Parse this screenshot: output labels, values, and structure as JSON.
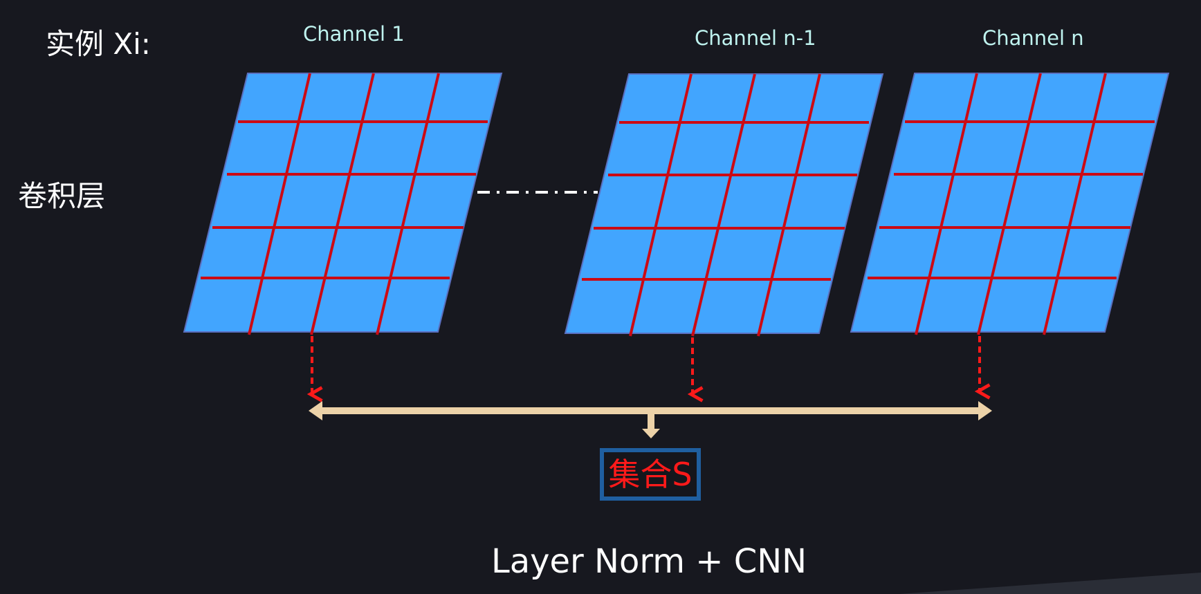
{
  "instance_label": "实例 Xi:",
  "layer_label": "卷积层",
  "channels": [
    {
      "label": "Channel  1"
    },
    {
      "label": "Channel   n-1"
    },
    {
      "label": "Channel n"
    }
  ],
  "set_label": "集合S",
  "footer": "Layer Norm + CNN",
  "colors": {
    "background": "#17181f",
    "grid_fill": "#42a5fe",
    "grid_line": "#cc0a14",
    "arrow_dashed": "#ff1a1a",
    "bracket": "#ecd2a8",
    "set_border": "#1f5fa0",
    "channel_text": "#bff3ef"
  }
}
